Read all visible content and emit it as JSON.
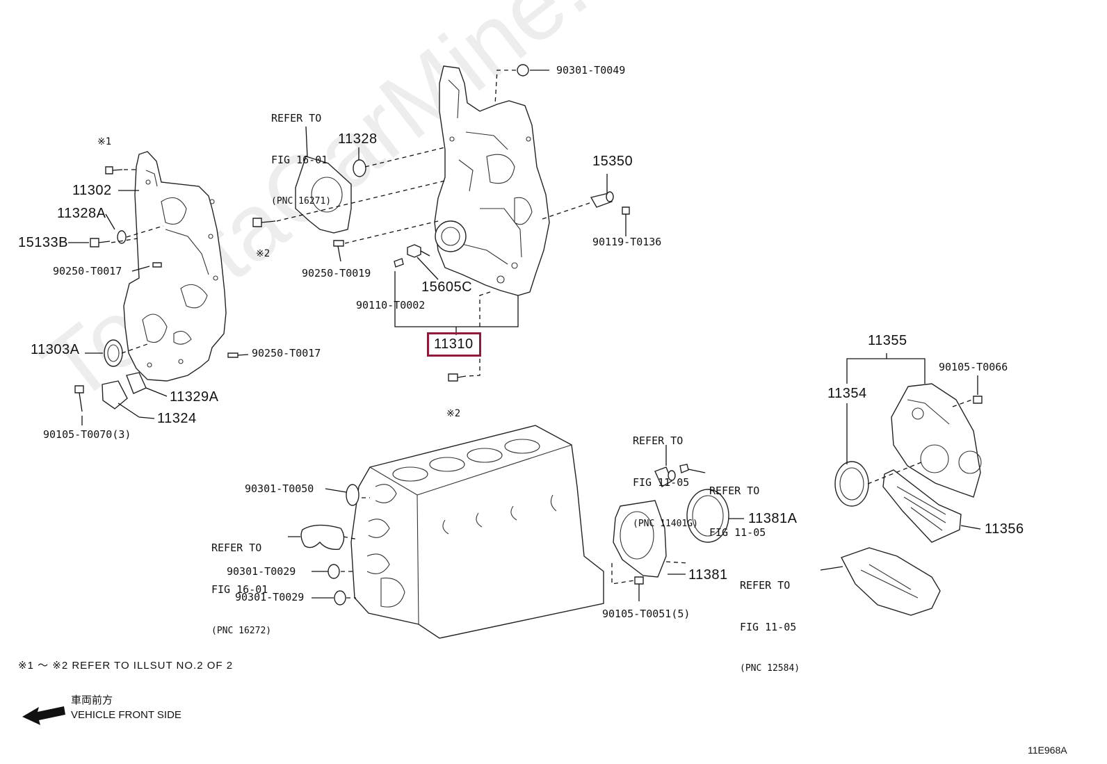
{
  "watermark": "ToyotaCarMine.ru",
  "figure_code": "11E968A",
  "footnote": "※1 ～ ※2 REFER TO ILLSUT NO.2 OF 2",
  "front_label_jp": "車両前方",
  "front_label_en": "VEHICLE FRONT SIDE",
  "highlighted_part": "11310",
  "parts": {
    "p90301_T0049": "90301-T0049",
    "p11328": "11328",
    "p15350": "15350",
    "p90119_T0136": "90119-T0136",
    "p11302": "11302",
    "p11328A": "11328A",
    "p15133B": "15133B",
    "p90250_T0017a": "90250-T0017",
    "p90250_T0019": "90250-T0019",
    "p15605C": "15605C",
    "p90110_T0002": "90110-T0002",
    "p11310": "11310",
    "p11303A": "11303A",
    "p90250_T0017b": "90250-T0017",
    "p11329A": "11329A",
    "p11324": "11324",
    "p90105_T0070": "90105-T0070(3)",
    "p11355": "11355",
    "p90105_T0066": "90105-T0066",
    "p11354": "11354",
    "p11356": "11356",
    "p11381A": "11381A",
    "p11381": "11381",
    "p90105_T0051": "90105-T0051(5)",
    "p90301_T0050": "90301-T0050",
    "p90301_T0029a": "90301-T0029",
    "p90301_T0029b": "90301-T0029"
  },
  "marks": {
    "m1": "※1",
    "m2a": "※2",
    "m2b": "※2"
  },
  "refs": {
    "r1": {
      "l1": "REFER TO",
      "l2": "FIG 16-01",
      "l3": "(PNC 16271)"
    },
    "r2": {
      "l1": "REFER TO",
      "l2": "FIG 11-05",
      "l3": "(PNC 11401G)"
    },
    "r3": {
      "l1": "REFER TO",
      "l2": "FIG 11-05"
    },
    "r4": {
      "l1": "REFER TO",
      "l2": "FIG 16-01",
      "l3": "(PNC 16272)"
    },
    "r5": {
      "l1": "REFER TO",
      "l2": "FIG 11-05",
      "l3": "(PNC 12584)"
    }
  }
}
